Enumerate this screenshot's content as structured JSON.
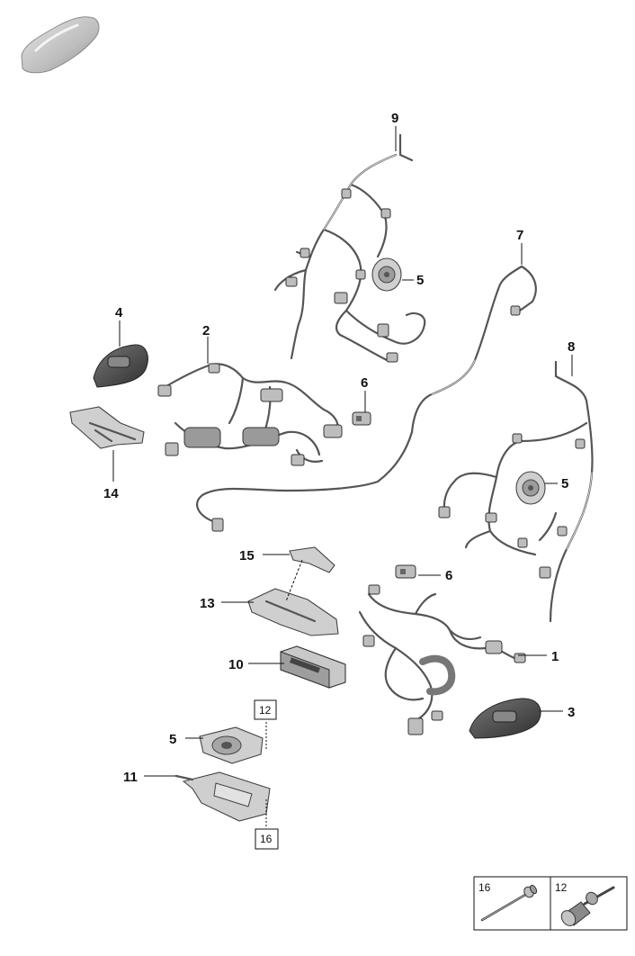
{
  "callouts": [
    {
      "id": "9",
      "text": "9"
    },
    {
      "id": "7",
      "text": "7"
    },
    {
      "id": "8",
      "text": "8"
    },
    {
      "id": "5a",
      "text": "5"
    },
    {
      "id": "5b",
      "text": "5"
    },
    {
      "id": "5c",
      "text": "5"
    },
    {
      "id": "4",
      "text": "4"
    },
    {
      "id": "2",
      "text": "2"
    },
    {
      "id": "6a",
      "text": "6"
    },
    {
      "id": "6b",
      "text": "6"
    },
    {
      "id": "14",
      "text": "14"
    },
    {
      "id": "15",
      "text": "15"
    },
    {
      "id": "13",
      "text": "13"
    },
    {
      "id": "10",
      "text": "10"
    },
    {
      "id": "1",
      "text": "1"
    },
    {
      "id": "3",
      "text": "3"
    },
    {
      "id": "11",
      "text": "11"
    }
  ],
  "ref_boxes": [
    {
      "id": "12",
      "text": "12"
    },
    {
      "id": "16",
      "text": "16"
    }
  ],
  "legend": [
    {
      "id": "16",
      "text": "16",
      "part": "rivet"
    },
    {
      "id": "12",
      "text": "12",
      "part": "pin-clip"
    }
  ],
  "icons": {
    "vehicle": "car-silhouette-icon"
  }
}
